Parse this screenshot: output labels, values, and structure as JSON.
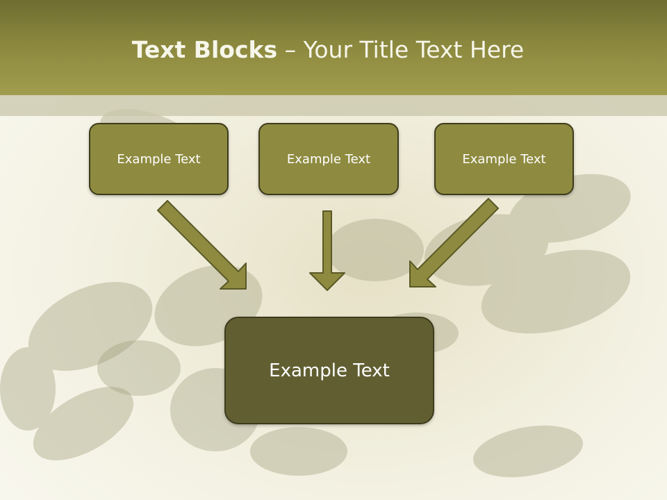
{
  "title": {
    "bold": "Text Blocks",
    "separator": " – ",
    "rest": "Your Title Text Here"
  },
  "blocks": [
    {
      "label": "Example Text"
    },
    {
      "label": "Example Text"
    },
    {
      "label": "Example Text"
    }
  ],
  "main_block": {
    "label": "Example Text"
  },
  "colors": {
    "header": "#8d8a3f",
    "block": "#8e8b40",
    "main_block": "#615f32",
    "border": "#3d3b1c"
  }
}
